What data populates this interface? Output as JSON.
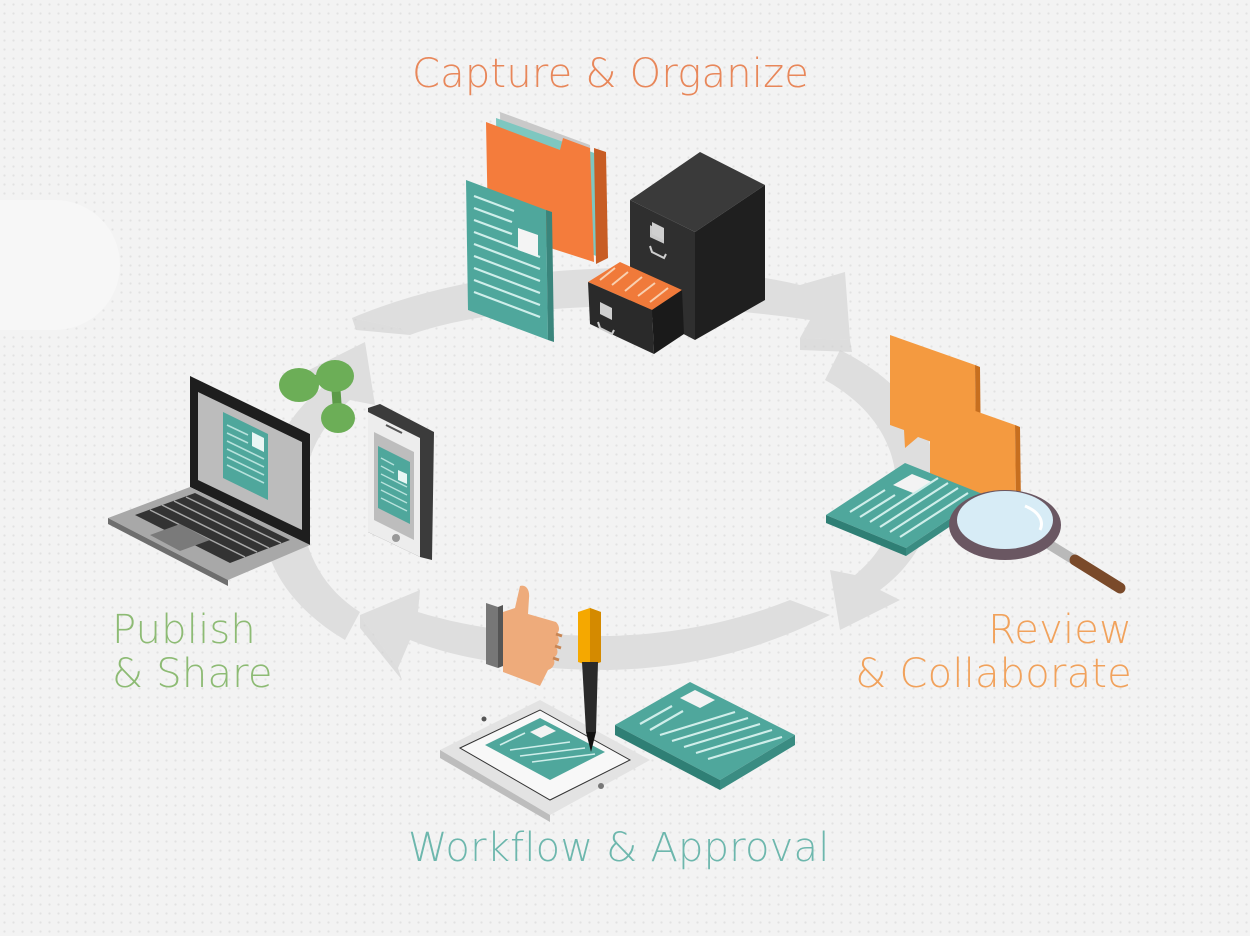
{
  "diagram": {
    "type": "cycle",
    "title": "",
    "stages": [
      {
        "id": "capture",
        "label": "Capture & Organize",
        "color": "#e8875a",
        "icons": [
          "orange-folder-icon",
          "teal-document-icon",
          "filing-cabinet-icon"
        ]
      },
      {
        "id": "review",
        "label_line1": "Review",
        "label_line2": "& Collaborate",
        "color": "#f1a25c",
        "icons": [
          "speech-bubbles-icon",
          "teal-document-icon",
          "magnifying-glass-icon"
        ]
      },
      {
        "id": "workflow",
        "label": "Workflow & Approval",
        "color": "#6db7ad",
        "icons": [
          "thumbs-up-icon",
          "pen-icon",
          "tablet-icon",
          "teal-document-icon"
        ]
      },
      {
        "id": "publish",
        "label_line1": "Publish",
        "label_line2": "& Share",
        "color": "#8dbb74",
        "icons": [
          "share-icon",
          "laptop-icon",
          "smartphone-icon"
        ]
      }
    ],
    "flow_direction": "clockwise",
    "arrow_color": "#dcdcdc"
  },
  "palette": {
    "teal": "#4fa79c",
    "orange": "#f47c3c",
    "light_orange": "#f49a40",
    "cabinet": "#2b2b2b",
    "green": "#6cae57",
    "skin": "#eeab7b",
    "pen_yellow": "#f5a800"
  }
}
